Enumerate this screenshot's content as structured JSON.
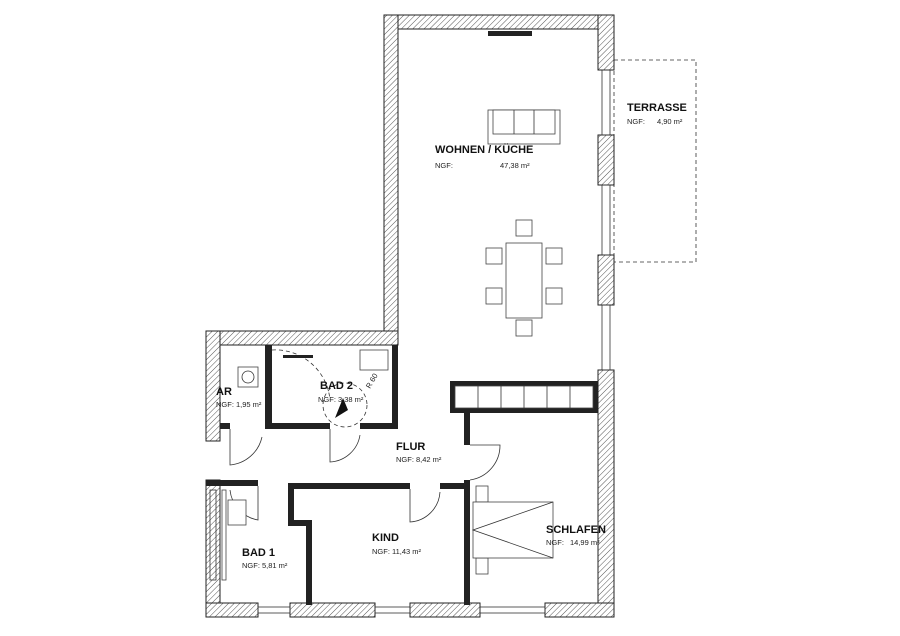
{
  "rooms": {
    "wohnen": {
      "name": "WOHNEN / KÜCHE",
      "ngf_label": "NGF:",
      "area": "47,38 m²"
    },
    "terrasse": {
      "name": "TERRASSE",
      "ngf_label": "NGF:",
      "area": "4,90 m²"
    },
    "ar": {
      "name": "AR",
      "ngf": "NGF: 1,95 m²"
    },
    "bad2": {
      "name": "BAD 2",
      "ngf": "NGF: 3,38 m²",
      "marker": "R 60"
    },
    "flur": {
      "name": "FLUR",
      "ngf": "NGF: 8,42 m²"
    },
    "bad1": {
      "name": "BAD 1",
      "ngf": "NGF: 5,81 m²"
    },
    "kind": {
      "name": "KIND",
      "ngf": "NGF: 11,43 m²"
    },
    "schlafen": {
      "name": "SCHLAFEN",
      "ngf_label": "NGF:",
      "area": "14,99 m²"
    }
  },
  "colors": {
    "wall": "#222222",
    "background": "#ffffff"
  }
}
